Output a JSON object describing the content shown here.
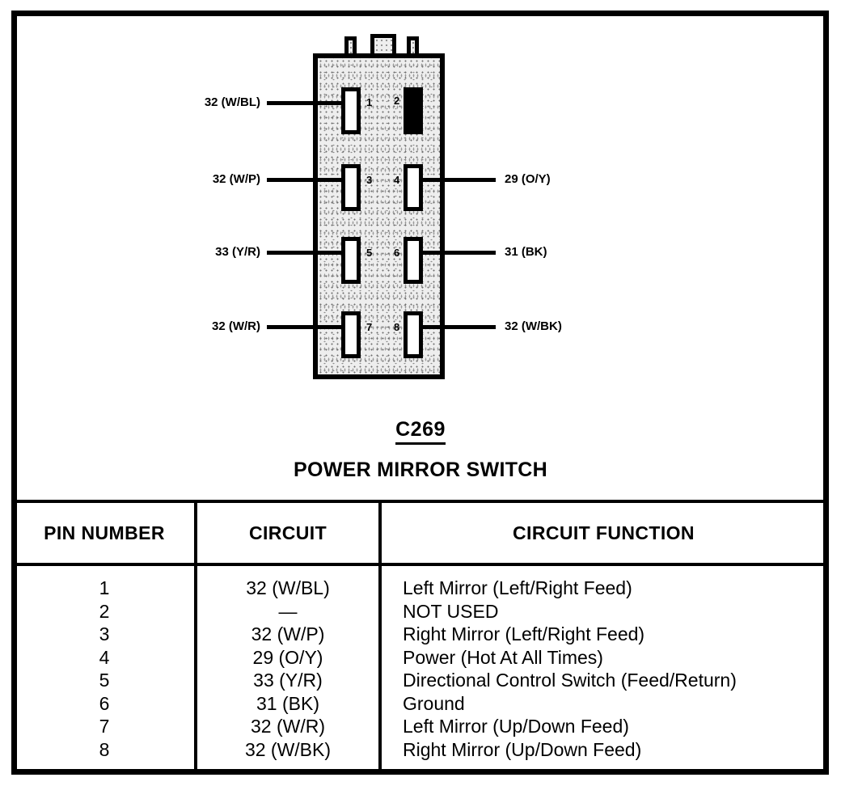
{
  "connector": {
    "id": "C269",
    "name": "POWER MIRROR SWITCH",
    "pin_labels": [
      "1",
      "2",
      "3",
      "4",
      "5",
      "6",
      "7",
      "8"
    ],
    "left_wires": [
      {
        "label": "32 (W/BL)",
        "pin": "1"
      },
      {
        "label": "32 (W/P)",
        "pin": "3"
      },
      {
        "label": "33 (Y/R)",
        "pin": "5"
      },
      {
        "label": "32 (W/R)",
        "pin": "7"
      }
    ],
    "right_wires": [
      {
        "label": "29 (O/Y)",
        "pin": "4"
      },
      {
        "label": "31 (BK)",
        "pin": "6"
      },
      {
        "label": "32 (W/BK)",
        "pin": "8"
      }
    ],
    "not_used_pin": "2",
    "body_color": "#eeeeee",
    "line_color": "#000000"
  },
  "table": {
    "headers": [
      "PIN NUMBER",
      "CIRCUIT",
      "CIRCUIT FUNCTION"
    ],
    "pin_numbers": [
      "1",
      "2",
      "3",
      "4",
      "5",
      "6",
      "7",
      "8"
    ],
    "circuits": [
      "32 (W/BL)",
      "—",
      "32 (W/P)",
      "29 (O/Y)",
      "33 (Y/R)",
      "31 (BK)",
      "32 (W/R)",
      "32 (W/BK)"
    ],
    "functions": [
      "Left Mirror (Left/Right Feed)",
      "NOT USED",
      "Right Mirror (Left/Right Feed)",
      "Power (Hot At All Times)",
      "Directional Control Switch (Feed/Return)",
      "Ground",
      "Left Mirror (Up/Down Feed)",
      "Right Mirror (Up/Down Feed)"
    ]
  }
}
